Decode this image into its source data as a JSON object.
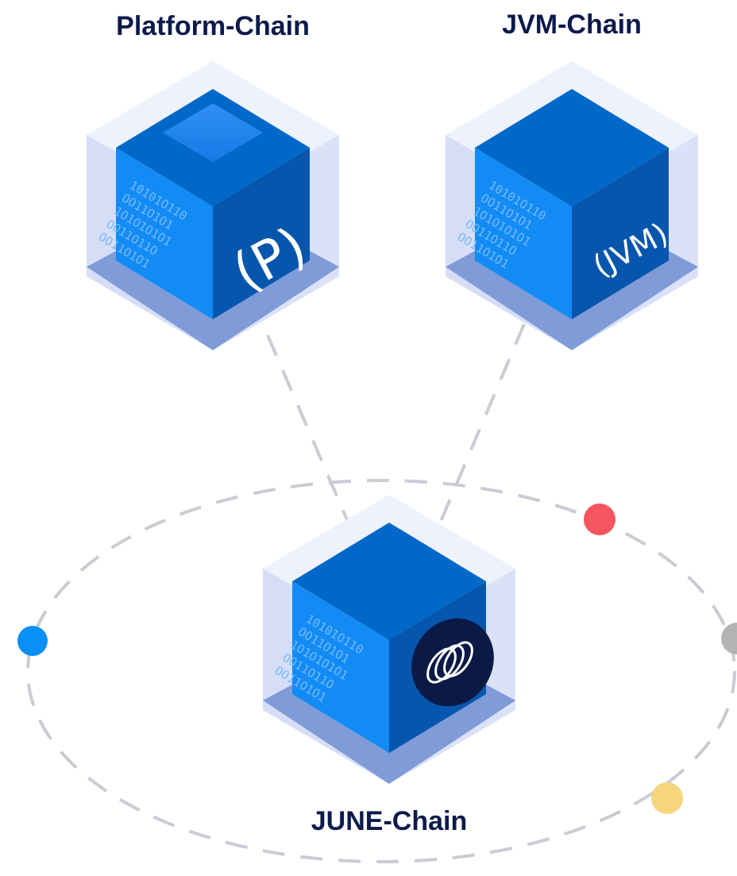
{
  "chains": [
    {
      "title": "Platform-Chain",
      "mark": "(P)",
      "binary": [
        "10101O110",
        "OO11O1O1",
        "1O1O1O1O1",
        "OO11O11O",
        "OO11O1O1"
      ]
    },
    {
      "title": "JVM-Chain",
      "mark": "(JVM)",
      "binary": [
        "10101O110",
        "OO11O1O1",
        "1O1O1O1O1",
        "OO11O11O",
        "OO11O1O1"
      ]
    },
    {
      "title": "JUNE-Chain",
      "mark": "",
      "binary": [
        "10101O110",
        "OO11O1O1",
        "1O1O1O1O1",
        "OO11O11O",
        "OO11O1O1"
      ]
    }
  ],
  "colors": {
    "title": "#0c1a4b",
    "glass": "#e3e9fb",
    "cube_top": "#0068c8",
    "cube_left": "#128cf4",
    "cube_right": "#0656ad",
    "dash": "#c9ccd3",
    "dot_blue": "#0a8ff5",
    "dot_red": "#f4555f",
    "dot_gray": "#b3b3b3",
    "dot_yellow": "#f6d57d",
    "logo_bg": "#0a1a45"
  },
  "icons": [
    "chip-icon",
    "june-logo-icon"
  ]
}
